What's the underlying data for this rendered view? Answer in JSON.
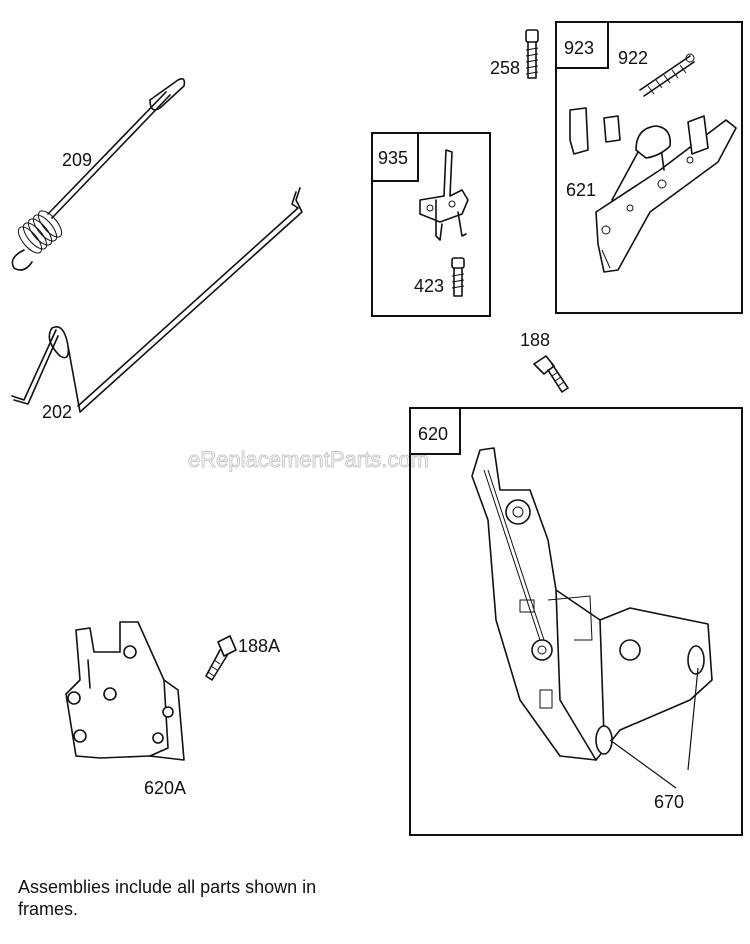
{
  "watermark": "eReplacementParts.com",
  "parts": {
    "p209": "209",
    "p202": "202",
    "p258": "258",
    "p935": "935",
    "p423": "423",
    "p923": "923",
    "p922": "922",
    "p621": "621",
    "p188": "188",
    "p620": "620",
    "p670": "670",
    "p188A": "188A",
    "p620A": "620A"
  },
  "note": "Assemblies include all parts shown in frames."
}
